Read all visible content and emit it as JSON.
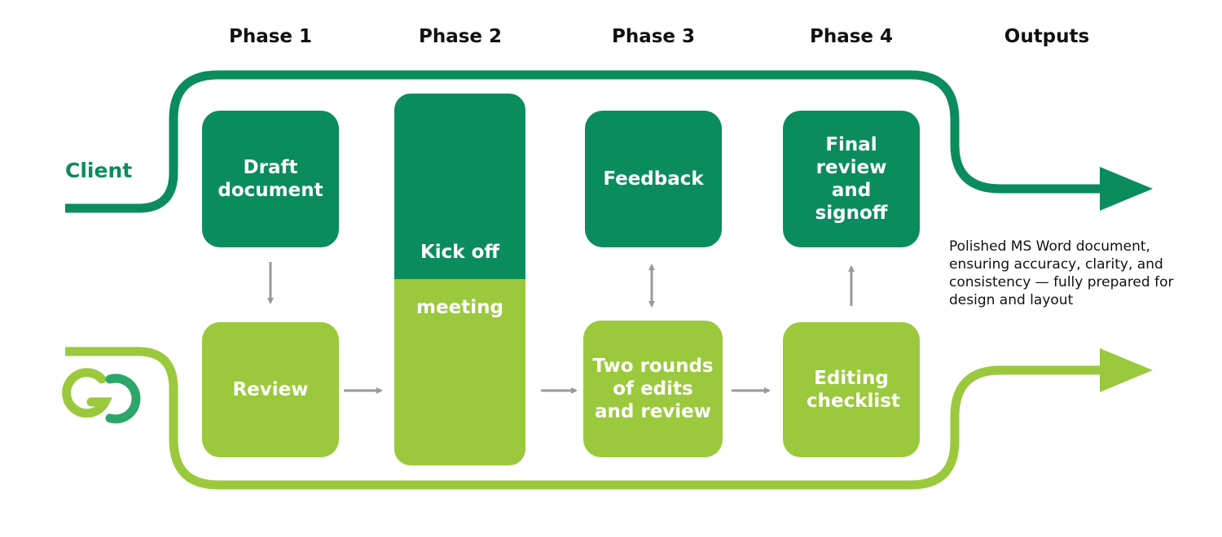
{
  "phases": [
    "Phase 1",
    "Phase 2",
    "Phase 3",
    "Phase 4",
    "Outputs"
  ],
  "lanes": {
    "client": "Client",
    "provider_logo_text": "GD"
  },
  "steps": {
    "draft": "Draft document",
    "review": "Review",
    "kickoff_top": "Kick off",
    "kickoff_bottom": "meeting",
    "feedback": "Feedback",
    "edits": "Two rounds of edits and review",
    "final": "Final review and signoff",
    "checklist": "Editing checklist"
  },
  "output_text": "Polished MS Word document, ensuring accuracy, clarity, and consistency — fully prepared for design and layout",
  "colors": {
    "client_green": "#0b8c5f",
    "provider_green": "#9bc93d",
    "connector_gray": "#999999"
  }
}
